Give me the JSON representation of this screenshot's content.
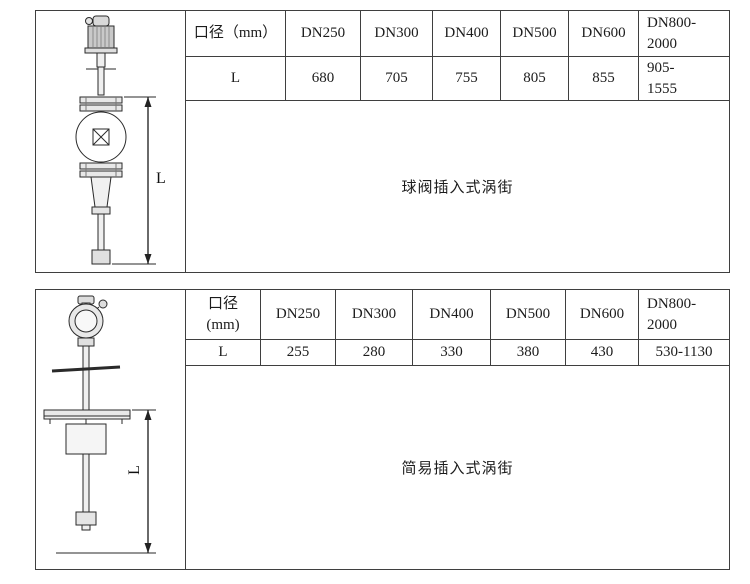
{
  "page": {
    "background": "#ffffff",
    "border_color": "#3f3f3f"
  },
  "panels": [
    {
      "name": "ball-valve-insertion-vortex",
      "dim_label": "L",
      "caption": "球阀插入式涡街",
      "table": {
        "headers": [
          "口径（mm）",
          "DN250",
          "DN300",
          "DN400",
          "DN500",
          "DN600",
          "DN800-\n2000"
        ],
        "row": [
          "L",
          "680",
          "705",
          "755",
          "805",
          "855",
          "905-\n1555"
        ]
      }
    },
    {
      "name": "simple-insertion-vortex",
      "dim_label": "L",
      "caption": "简易插入式涡街",
      "table": {
        "headers": [
          "口径\n(mm)",
          "DN250",
          "DN300",
          "DN400",
          "DN500",
          "DN600",
          "DN800-\n2000"
        ],
        "row": [
          "L",
          "255",
          "280",
          "330",
          "380",
          "430",
          "530-1130"
        ]
      }
    }
  ]
}
